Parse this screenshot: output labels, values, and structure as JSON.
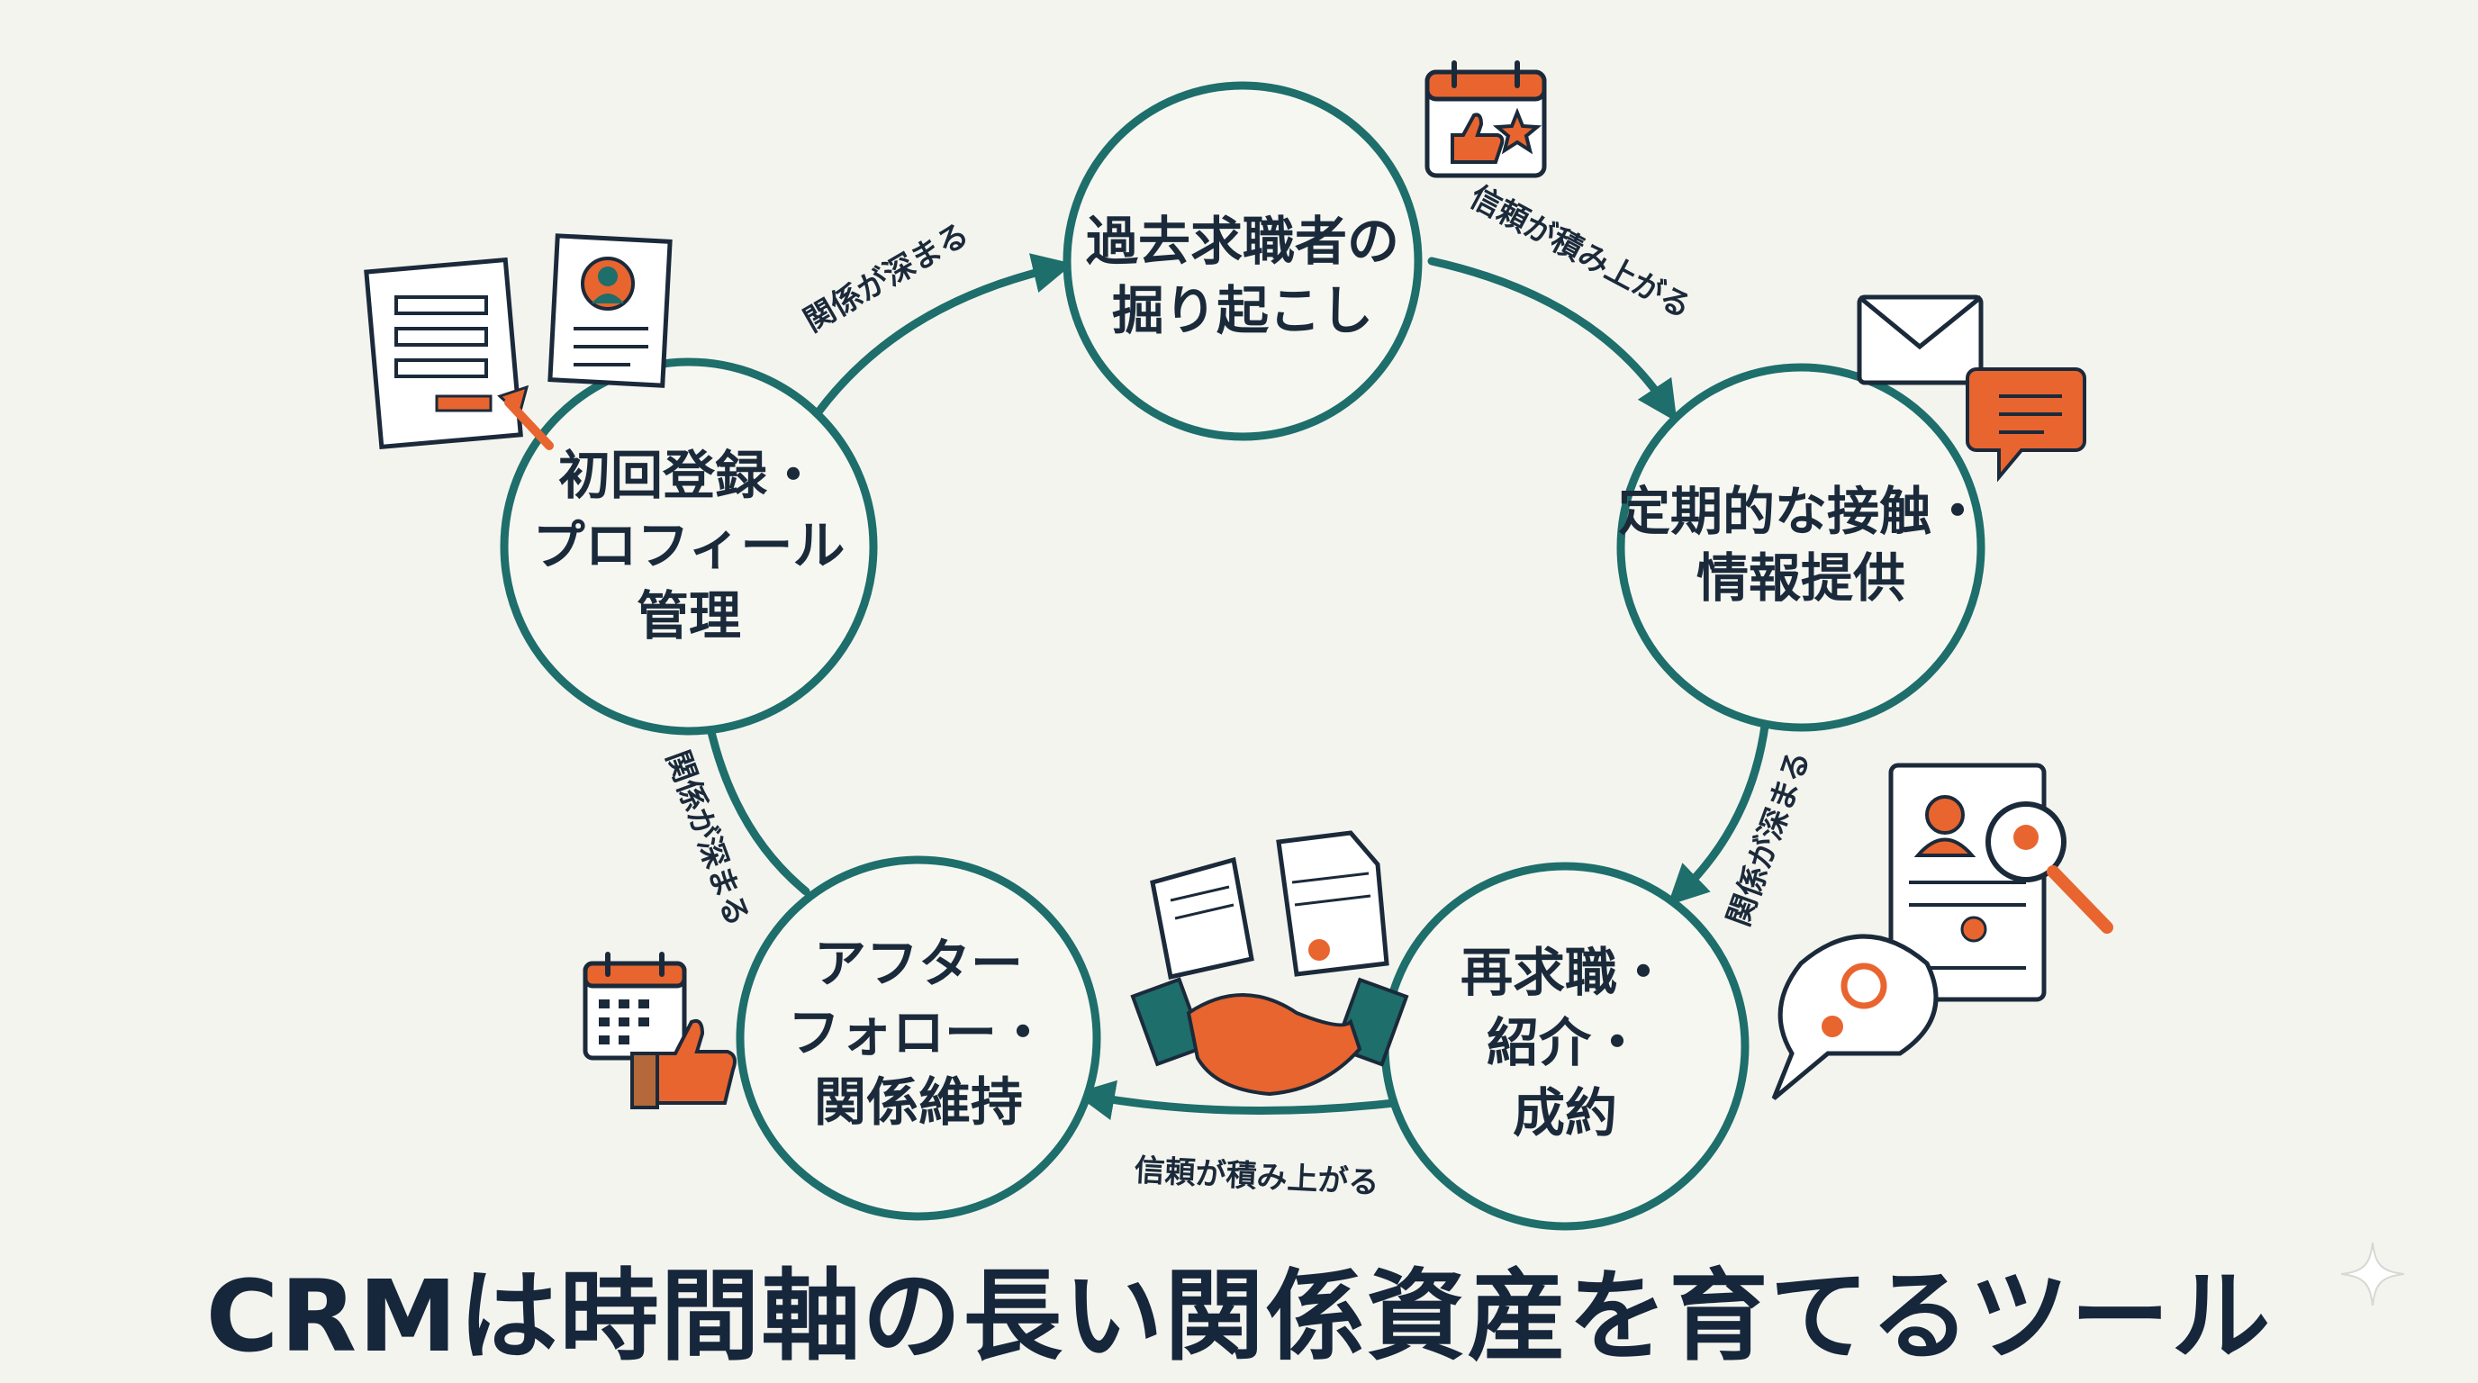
{
  "colors": {
    "teal": "#1e6e6b",
    "orange": "#e8652f",
    "ink": "#1b2a3a",
    "background": "#f4f4ef"
  },
  "nodes": [
    {
      "id": "dig-up",
      "lines": [
        "過去求職者の",
        "掘り起こし"
      ]
    },
    {
      "id": "contact",
      "lines": [
        "定期的な接触・",
        "情報提供"
      ]
    },
    {
      "id": "rejob",
      "lines": [
        "再求職・",
        "紹介・",
        "成約"
      ]
    },
    {
      "id": "follow",
      "lines": [
        "アフター",
        "フォロー・",
        "関係維持"
      ]
    },
    {
      "id": "register",
      "lines": [
        "初回登録・",
        "プロフィール",
        "管理"
      ]
    }
  ],
  "edges": [
    {
      "from": "register",
      "to": "dig-up",
      "label": "関係が深まる"
    },
    {
      "from": "dig-up",
      "to": "contact",
      "label": "信頼が積み上がる"
    },
    {
      "from": "contact",
      "to": "rejob",
      "label": "関係が深まる"
    },
    {
      "from": "rejob",
      "to": "follow",
      "label": "信頼が積み上がる"
    },
    {
      "from": "follow",
      "to": "register",
      "label": "関係が深まる"
    }
  ],
  "icons": [
    "calendar-thumbs-up-star-icon",
    "envelope-chat-icon",
    "profile-search-icon",
    "handshake-contract-icon",
    "calendar-thumbs-up-icon",
    "form-profile-card-icon",
    "sparkle-icon"
  ],
  "footer": {
    "title": "CRMは時間軸の長い関係資産を育てるツール"
  }
}
